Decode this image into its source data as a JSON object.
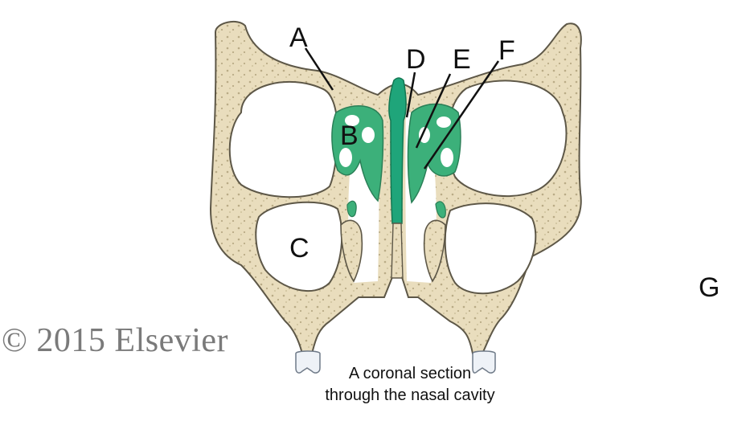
{
  "labels": {
    "a": "A",
    "b": "B",
    "c": "C",
    "d": "D",
    "e": "E",
    "f": "F",
    "g": "G"
  },
  "copyright": "© 2015 Elsevier",
  "caption": {
    "line1": "A coronal section",
    "line2": "through the nasal cavity"
  },
  "colors": {
    "bone": "#e8dcbc",
    "bone_outline": "#5d5747",
    "mucosa_green": "#3cb07a",
    "septum_green": "#1fa57a",
    "tooth": "#eef2f7"
  }
}
